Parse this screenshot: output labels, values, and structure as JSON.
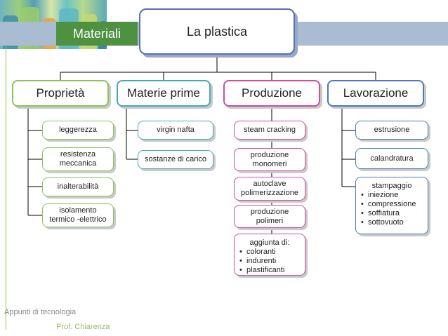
{
  "header": {
    "section": "Materiali",
    "title": "La plastica"
  },
  "categories": [
    {
      "label": "Proprietà",
      "items": [
        "leggerezza",
        "resistenza meccanica",
        "inalterabilità",
        "isolamento termico -elettrico"
      ]
    },
    {
      "label": "Materie prime",
      "items": [
        "virgin nafta",
        "sostanze di carico"
      ]
    },
    {
      "label": "Produzione",
      "items": [
        "steam cracking",
        "produzione monomeri",
        "autoclave polimerizzazione",
        "produzione polimeri"
      ],
      "additives": {
        "heading": "aggiunta di:",
        "bullets": [
          "coloranti",
          "indurenti",
          "plastificanti"
        ]
      }
    },
    {
      "label": "Lavorazione",
      "items": [
        "estrusione",
        "calandratura"
      ],
      "molding": {
        "heading": "stampaggio",
        "bullets": [
          "iniezione",
          "compressione",
          "soffiatura",
          "sottovuoto"
        ]
      }
    }
  ],
  "footer": {
    "course": "Appunti di tecnologia",
    "author": "Prof. Chiarenza"
  },
  "colors": {
    "green": "#8cc45a",
    "teal": "#47a9b8",
    "pink": "#d24b9e",
    "blue": "#4a79c3",
    "band": "#a9bcd2",
    "header_green": "#4e9140"
  }
}
